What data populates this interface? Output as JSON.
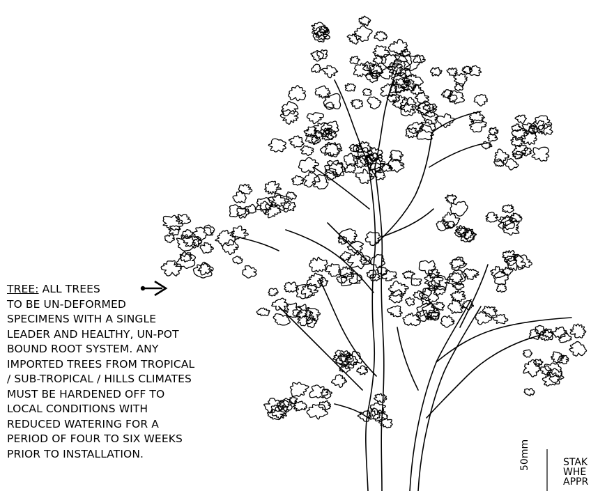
{
  "tree_note": {
    "title": "TREE:",
    "first_line_rest": "ALL TREES",
    "lines": [
      "TO BE UN-DEFORMED",
      "SPECIMENS WITH A SINGLE",
      "LEADER AND HEALTHY, UN-POT",
      "BOUND ROOT SYSTEM. ANY",
      "IMPORTED TREES FROM TROPICAL",
      "/ SUB-TROPICAL / HILLS CLIMATES",
      "MUST BE HARDENED OFF TO",
      "LOCAL CONDITIONS WITH",
      "REDUCED WATERING FOR A",
      "PERIOD OF FOUR TO SIX WEEKS",
      "PRIOR TO INSTALLATION."
    ]
  },
  "dimension": {
    "label": "50mm"
  },
  "stake_note": {
    "lines": [
      "STAK",
      "WHE",
      "APPR"
    ]
  },
  "colors": {
    "ink": "#000000",
    "paper": "#ffffff"
  }
}
